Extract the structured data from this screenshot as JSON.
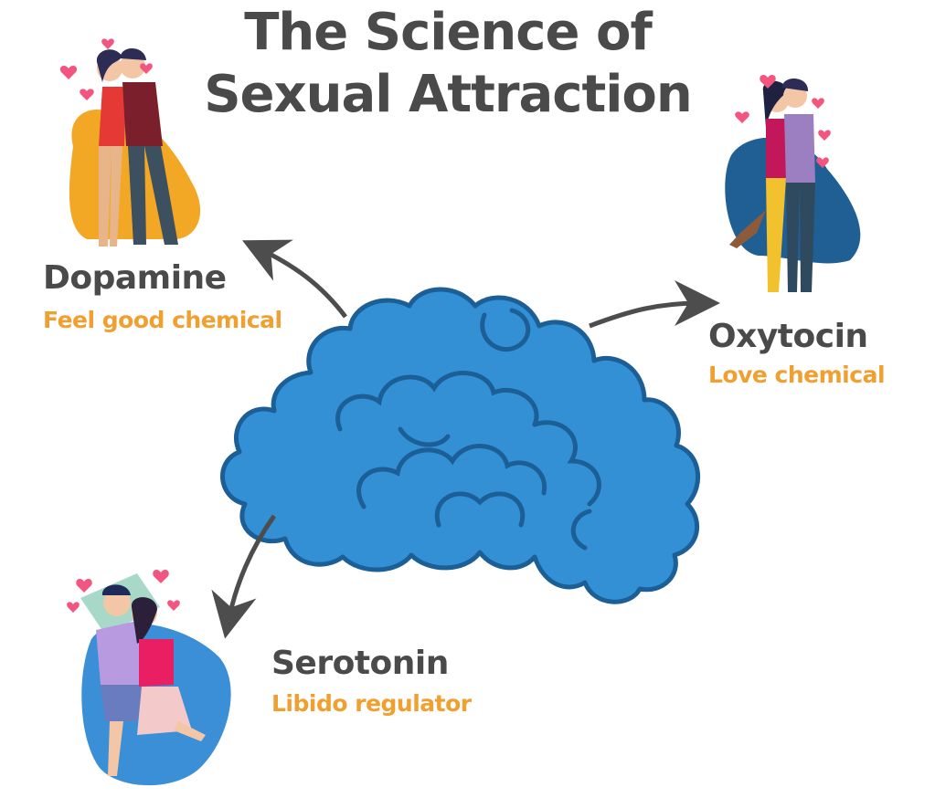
{
  "title": {
    "line1": "The Science of",
    "line2": "Sexual Attraction"
  },
  "chemicals": [
    {
      "name": "Dopamine",
      "description": "Feel good chemical"
    },
    {
      "name": "Oxytocin",
      "description": "Love chemical"
    },
    {
      "name": "Serotonin",
      "description": "Libido regulator"
    }
  ],
  "colors": {
    "title_text": "#4a4a4a",
    "description_text": "#f0a030",
    "brain_fill": "#3390d4",
    "brain_outline": "#1c5e96",
    "arrow": "#4d4d4d",
    "dopamine_blob": "#f2a825",
    "oxytocin_blob": "#1f5f93",
    "serotonin_blob": "#3a8fd6"
  },
  "icons": {
    "brain": "brain-icon",
    "dopamine_couple": "couple-embracing-illustration",
    "oxytocin_couple": "couple-kissing-illustration",
    "serotonin_couple": "couple-cuddling-in-bed-illustration"
  }
}
